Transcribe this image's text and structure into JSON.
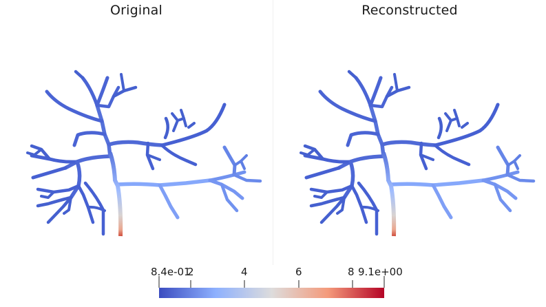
{
  "panels": {
    "left_title": "Original",
    "right_title": "Reconstructed"
  },
  "colorbar": {
    "min_label": "8.4e-01",
    "max_label": "9.1e+00",
    "ticks": [
      "2",
      "4",
      "6",
      "8"
    ],
    "colors": [
      "#3b4cc0",
      "#8db0fe",
      "#dddcdc",
      "#f49a7b",
      "#b40426"
    ]
  }
}
